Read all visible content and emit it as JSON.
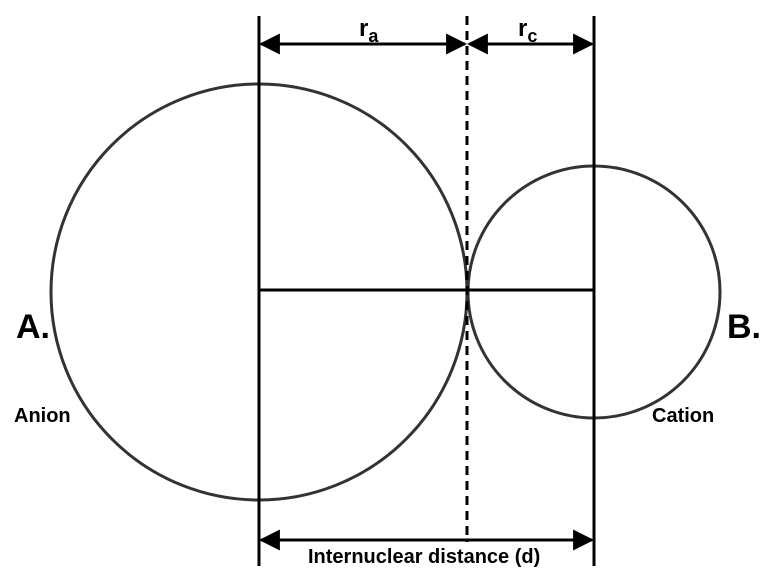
{
  "colors": {
    "stroke": "#333333",
    "line": "#000000",
    "background": "#ffffff"
  },
  "labels": {
    "ra_main": "r",
    "ra_sub": "a",
    "rc_main": "r",
    "rc_sub": "c",
    "point_a": "A.",
    "point_b": "B.",
    "anion": "Anion",
    "cation": "Cation",
    "distance": "Internuclear distance (d)"
  }
}
